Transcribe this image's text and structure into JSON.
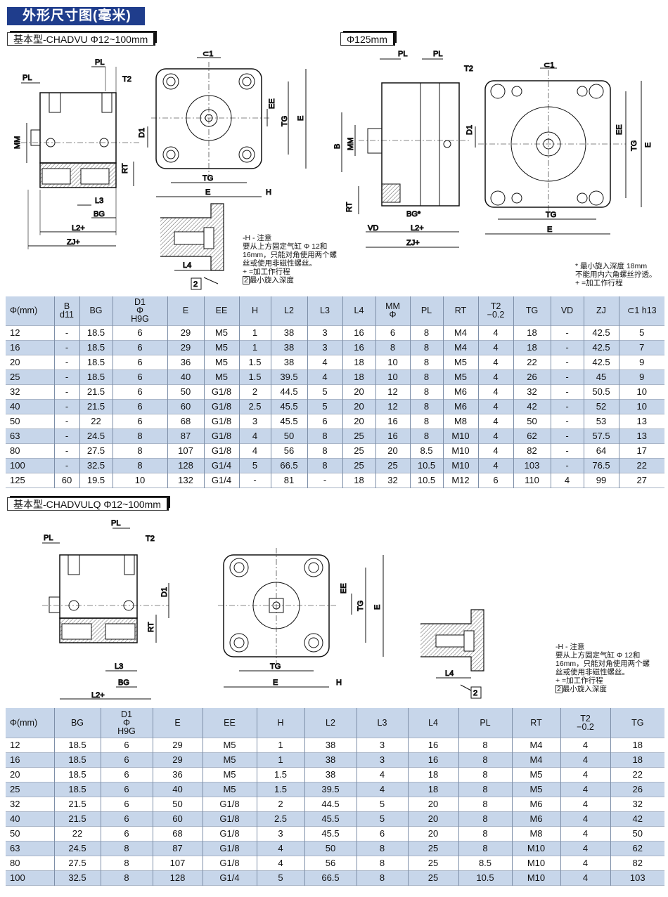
{
  "page_title": "外形尺寸图(毫米)",
  "section1": {
    "label_left": "基本型-CHADVU Φ12~100mm",
    "label_right": "Φ125mm",
    "drawing_front": {
      "pl1": "PL",
      "pl2": "PL",
      "t2": "T2",
      "mm": "MM",
      "d1": "D1",
      "rt": "RT",
      "l3": "L3",
      "bg": "BG",
      "l2": "L2+",
      "zj": "ZJ+"
    },
    "drawing_end": {
      "c1": "⊂1",
      "ee": "EE",
      "tg_v": "TG",
      "e_v": "E",
      "tg_h": "TG",
      "e_h": "E",
      "h": "H"
    },
    "detail": {
      "l4": "L4",
      "box": "2"
    },
    "notes": [
      "-H - 注意",
      "要从上方固定气缸 Φ 12和",
      "16mm，只能对角使用两个螺",
      "丝或使用非磁性螺丝。",
      "+ =加工作行程",
      "最小旋入深度"
    ],
    "notes_box": "2",
    "drawing125_front": {
      "pl1": "PL",
      "pl2": "PL",
      "t2": "T2",
      "b": "B",
      "mm": "MM",
      "d1": "D1",
      "rt": "RT",
      "vd": "VD",
      "bg": "BG*",
      "l2": "L2+",
      "zj": "ZJ+"
    },
    "drawing125_end": {
      "c1": "⊂1",
      "ee": "EE",
      "tg_v": "TG",
      "e_v": "E",
      "tg_h": "TG",
      "e_h": "E"
    },
    "notes125": [
      "* 最小旋入深度 18mm",
      "不能用内六角螺丝拧透。",
      "+ =加工作行程"
    ]
  },
  "table1": {
    "headers": [
      [
        "Φ(mm)"
      ],
      [
        "B",
        "d11"
      ],
      [
        "BG"
      ],
      [
        "D1",
        "Φ",
        "H9G"
      ],
      [
        "E"
      ],
      [
        "EE"
      ],
      [
        "H"
      ],
      [
        "L2"
      ],
      [
        "L3"
      ],
      [
        "L4"
      ],
      [
        "MM",
        "Φ"
      ],
      [
        "PL"
      ],
      [
        "RT"
      ],
      [
        "T2",
        "−0.2"
      ],
      [
        "TG"
      ],
      [
        "VD"
      ],
      [
        "ZJ"
      ],
      [
        "⊂1 h13"
      ]
    ],
    "rows": [
      [
        "12",
        "-",
        "18.5",
        "6",
        "29",
        "M5",
        "1",
        "38",
        "3",
        "16",
        "6",
        "8",
        "M4",
        "4",
        "18",
        "-",
        "42.5",
        "5"
      ],
      [
        "16",
        "-",
        "18.5",
        "6",
        "29",
        "M5",
        "1",
        "38",
        "3",
        "16",
        "8",
        "8",
        "M4",
        "4",
        "18",
        "-",
        "42.5",
        "7"
      ],
      [
        "20",
        "-",
        "18.5",
        "6",
        "36",
        "M5",
        "1.5",
        "38",
        "4",
        "18",
        "10",
        "8",
        "M5",
        "4",
        "22",
        "-",
        "42.5",
        "9"
      ],
      [
        "25",
        "-",
        "18.5",
        "6",
        "40",
        "M5",
        "1.5",
        "39.5",
        "4",
        "18",
        "10",
        "8",
        "M5",
        "4",
        "26",
        "-",
        "45",
        "9"
      ],
      [
        "32",
        "-",
        "21.5",
        "6",
        "50",
        "G1/8",
        "2",
        "44.5",
        "5",
        "20",
        "12",
        "8",
        "M6",
        "4",
        "32",
        "-",
        "50.5",
        "10"
      ],
      [
        "40",
        "-",
        "21.5",
        "6",
        "60",
        "G1/8",
        "2.5",
        "45.5",
        "5",
        "20",
        "12",
        "8",
        "M6",
        "4",
        "42",
        "-",
        "52",
        "10"
      ],
      [
        "50",
        "-",
        "22",
        "6",
        "68",
        "G1/8",
        "3",
        "45.5",
        "6",
        "20",
        "16",
        "8",
        "M8",
        "4",
        "50",
        "-",
        "53",
        "13"
      ],
      [
        "63",
        "-",
        "24.5",
        "8",
        "87",
        "G1/8",
        "4",
        "50",
        "8",
        "25",
        "16",
        "8",
        "M10",
        "4",
        "62",
        "-",
        "57.5",
        "13"
      ],
      [
        "80",
        "-",
        "27.5",
        "8",
        "107",
        "G1/8",
        "4",
        "56",
        "8",
        "25",
        "20",
        "8.5",
        "M10",
        "4",
        "82",
        "-",
        "64",
        "17"
      ],
      [
        "100",
        "-",
        "32.5",
        "8",
        "128",
        "G1/4",
        "5",
        "66.5",
        "8",
        "25",
        "25",
        "10.5",
        "M10",
        "4",
        "103",
        "-",
        "76.5",
        "22"
      ],
      [
        "125",
        "60",
        "19.5",
        "10",
        "132",
        "G1/4",
        "-",
        "81",
        "-",
        "18",
        "32",
        "10.5",
        "M12",
        "6",
        "110",
        "4",
        "99",
        "27"
      ]
    ]
  },
  "section2": {
    "label": "基本型-CHADVULQ Φ12~100mm",
    "drawing_front": {
      "pl1": "PL",
      "pl2": "PL",
      "t2": "T2",
      "d1": "D1",
      "rt": "RT",
      "l3": "L3",
      "bg": "BG",
      "l2": "L2+"
    },
    "drawing_end": {
      "ee": "EE",
      "tg_v": "TG",
      "e_v": "E",
      "tg_h": "TG",
      "e_h": "E",
      "h": "H"
    },
    "detail": {
      "l4": "L4",
      "box": "2"
    },
    "notes": [
      "-H - 注意",
      "要从上方固定气缸 Φ 12和",
      "16mm，只能对角使用两个螺",
      "丝或使用非磁性螺丝。",
      "+ =加工作行程",
      "最小旋入深度"
    ],
    "notes_box": "2"
  },
  "table2": {
    "headers": [
      [
        "Φ(mm)"
      ],
      [
        "BG"
      ],
      [
        "D1",
        "Φ",
        "H9G"
      ],
      [
        "E"
      ],
      [
        "EE"
      ],
      [
        "H"
      ],
      [
        "L2"
      ],
      [
        "L3"
      ],
      [
        "L4"
      ],
      [
        "PL"
      ],
      [
        "RT"
      ],
      [
        "T2",
        "−0.2"
      ],
      [
        "TG"
      ]
    ],
    "rows": [
      [
        "12",
        "18.5",
        "6",
        "29",
        "M5",
        "1",
        "38",
        "3",
        "16",
        "8",
        "M4",
        "4",
        "18"
      ],
      [
        "16",
        "18.5",
        "6",
        "29",
        "M5",
        "1",
        "38",
        "3",
        "16",
        "8",
        "M4",
        "4",
        "18"
      ],
      [
        "20",
        "18.5",
        "6",
        "36",
        "M5",
        "1.5",
        "38",
        "4",
        "18",
        "8",
        "M5",
        "4",
        "22"
      ],
      [
        "25",
        "18.5",
        "6",
        "40",
        "M5",
        "1.5",
        "39.5",
        "4",
        "18",
        "8",
        "M5",
        "4",
        "26"
      ],
      [
        "32",
        "21.5",
        "6",
        "50",
        "G1/8",
        "2",
        "44.5",
        "5",
        "20",
        "8",
        "M6",
        "4",
        "32"
      ],
      [
        "40",
        "21.5",
        "6",
        "60",
        "G1/8",
        "2.5",
        "45.5",
        "5",
        "20",
        "8",
        "M6",
        "4",
        "42"
      ],
      [
        "50",
        "22",
        "6",
        "68",
        "G1/8",
        "3",
        "45.5",
        "6",
        "20",
        "8",
        "M8",
        "4",
        "50"
      ],
      [
        "63",
        "24.5",
        "8",
        "87",
        "G1/8",
        "4",
        "50",
        "8",
        "25",
        "8",
        "M10",
        "4",
        "62"
      ],
      [
        "80",
        "27.5",
        "8",
        "107",
        "G1/8",
        "4",
        "56",
        "8",
        "25",
        "8.5",
        "M10",
        "4",
        "82"
      ],
      [
        "100",
        "32.5",
        "8",
        "128",
        "G1/4",
        "5",
        "66.5",
        "8",
        "25",
        "10.5",
        "M10",
        "4",
        "103"
      ]
    ]
  },
  "colors": {
    "title_bg": "#1f3d8c",
    "table_header": "#c7d6ea"
  }
}
